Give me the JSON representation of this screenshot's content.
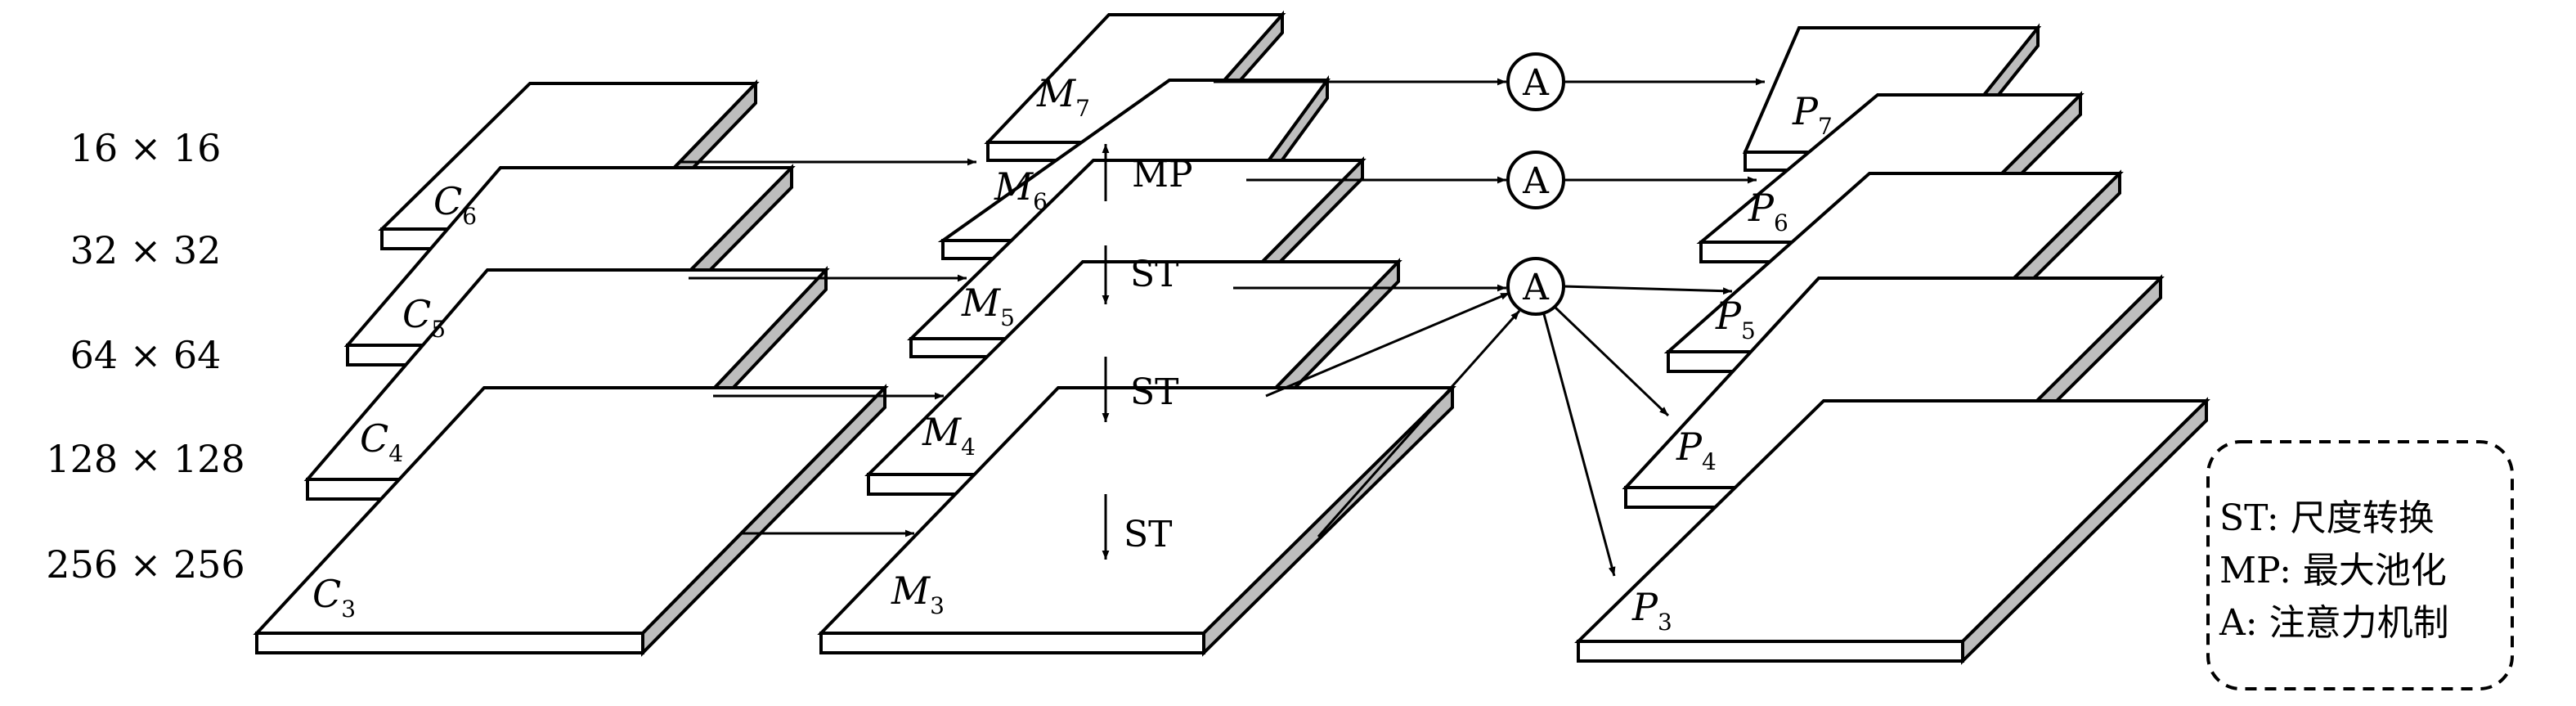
{
  "scales": [
    "16 × 16",
    "32 × 32",
    "64 × 64",
    "128 × 128",
    "256 × 256"
  ],
  "c_plates": [
    {
      "name": "C",
      "sub": "6"
    },
    {
      "name": "C",
      "sub": "5"
    },
    {
      "name": "C",
      "sub": "4"
    },
    {
      "name": "C",
      "sub": "3"
    }
  ],
  "m_plates": [
    {
      "name": "M",
      "sub": "7"
    },
    {
      "name": "M",
      "sub": "6"
    },
    {
      "name": "M",
      "sub": "5"
    },
    {
      "name": "M",
      "sub": "4"
    },
    {
      "name": "M",
      "sub": "3"
    }
  ],
  "p_plates": [
    {
      "name": "P",
      "sub": "7"
    },
    {
      "name": "P",
      "sub": "6"
    },
    {
      "name": "P",
      "sub": "5"
    },
    {
      "name": "P",
      "sub": "4"
    },
    {
      "name": "P",
      "sub": "3"
    }
  ],
  "ops": {
    "mp": "MP",
    "st": "ST",
    "attention": "A"
  },
  "legend": [
    "ST: 尺度转换",
    "MP: 最大池化",
    "A: 注意力机制"
  ],
  "colors": {
    "plate_top": "#ffffff",
    "plate_side": "#bdbdbd",
    "stroke": "#000000"
  }
}
